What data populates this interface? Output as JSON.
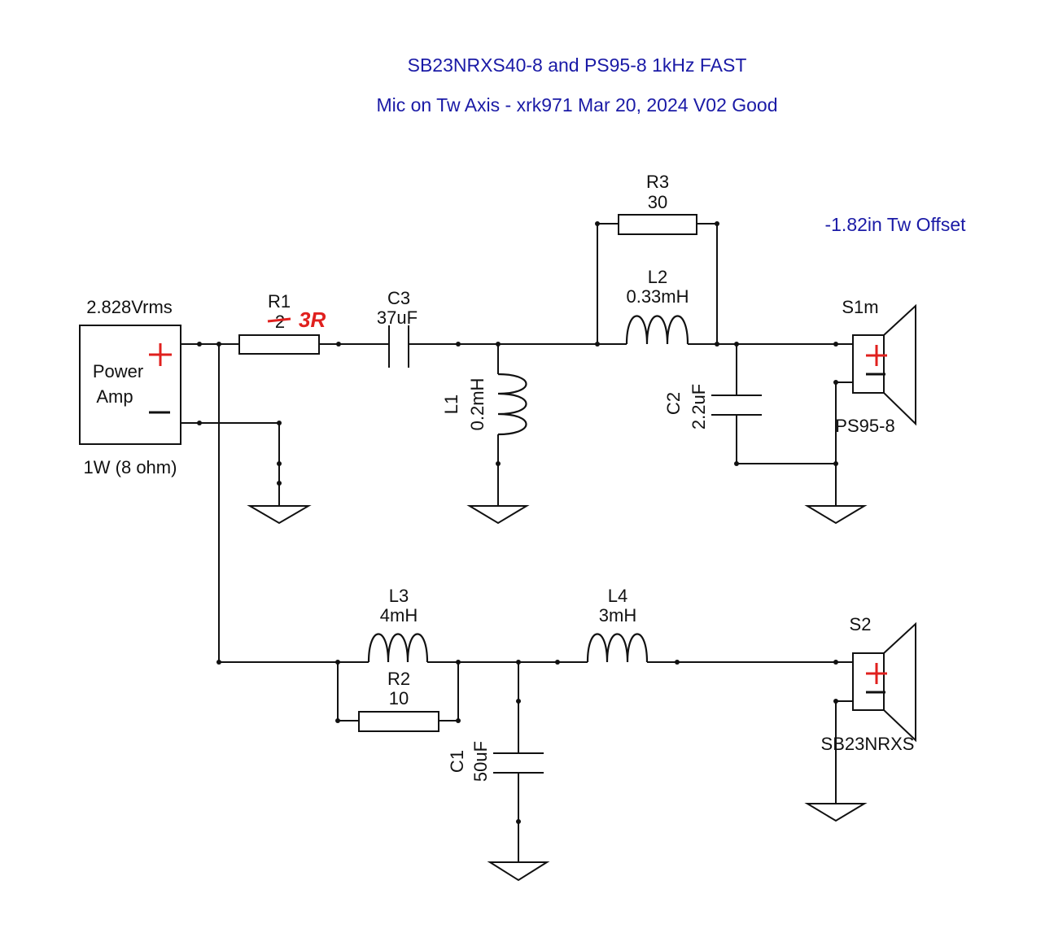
{
  "title": {
    "line1": "SB23NRXS40-8 and PS95-8 1kHz FAST",
    "line2": "Mic on Tw Axis - xrk971 Mar 20, 2024  V02 Good"
  },
  "note_offset": "-1.82in Tw Offset",
  "source": {
    "voltage": "2.828Vrms",
    "name_line1": "Power",
    "name_line2": "Amp",
    "power": "1W (8 ohm)"
  },
  "components": {
    "R1": {
      "ref": "R1",
      "value": "2",
      "handwritten": "3R"
    },
    "C3": {
      "ref": "C3",
      "value": "37uF"
    },
    "L1": {
      "ref": "L1",
      "value": "0.2mH"
    },
    "R3": {
      "ref": "R3",
      "value": "30"
    },
    "L2": {
      "ref": "L2",
      "value": "0.33mH"
    },
    "C2": {
      "ref": "C2",
      "value": "2.2uF"
    },
    "L3": {
      "ref": "L3",
      "value": "4mH"
    },
    "R2": {
      "ref": "R2",
      "value": "10"
    },
    "L4": {
      "ref": "L4",
      "value": "3mH"
    },
    "C1": {
      "ref": "C1",
      "value": "50uF"
    }
  },
  "speakers": {
    "S1": {
      "ref": "S1m",
      "model": "PS95-8"
    },
    "S2": {
      "ref": "S2",
      "model": "SB23NRXS"
    }
  },
  "colors": {
    "title": "#1a1aa6",
    "polarity": "#e0201e",
    "handwriting": "#e0201e",
    "ink": "#111111"
  }
}
